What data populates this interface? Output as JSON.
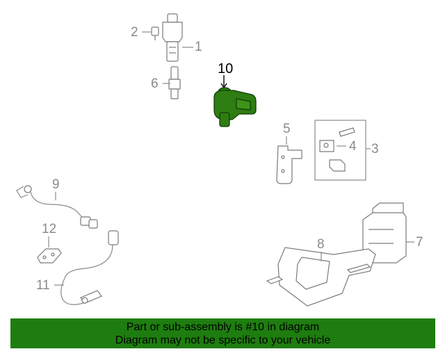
{
  "callouts": {
    "p1": "1",
    "p2": "2",
    "p3": "3",
    "p4": "4",
    "p5": "5",
    "p6": "6",
    "p7": "7",
    "p8": "8",
    "p9": "9",
    "p10": "10",
    "p11": "11",
    "p12": "12"
  },
  "banner": {
    "line1": "Part or sub-assembly is #10 in diagram",
    "line2": "Diagram may not be specific to your vehicle"
  },
  "colors": {
    "highlight": "#2e7d12",
    "banner": "#1e7d0f",
    "line": "#7a7a7a"
  }
}
